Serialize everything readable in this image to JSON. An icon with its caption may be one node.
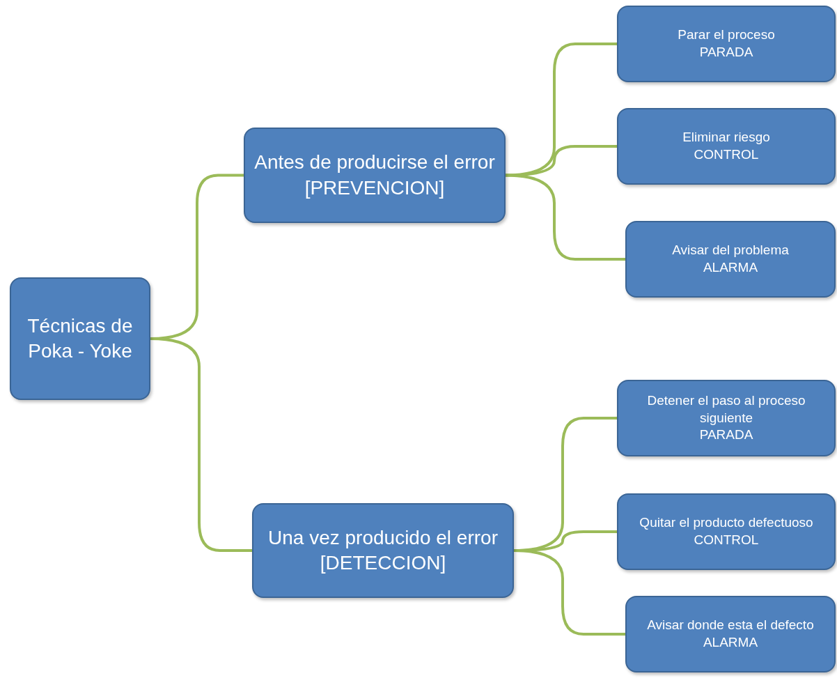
{
  "diagram": {
    "nodes": [
      {
        "text": [
          "Técnicas de Poka - Yoke"
        ]
      },
      {
        "text": [
          "Antes de producirse el error [PREVENCION]"
        ]
      },
      {
        "text": [
          "Parar el proceso",
          "PARADA"
        ]
      },
      {
        "text": [
          "Eliminar riesgo",
          "CONTROL"
        ]
      },
      {
        "text": [
          "Avisar del problema",
          "ALARMA"
        ]
      },
      {
        "text": [
          "Una vez producido el error [DETECCION]"
        ]
      },
      {
        "text": [
          "Detener el paso al proceso siguiente",
          "PARADA"
        ]
      },
      {
        "text": [
          "Quitar el producto defectuoso",
          "CONTROL"
        ]
      },
      {
        "text": [
          "Avisar donde esta el defecto",
          "ALARMA"
        ]
      }
    ],
    "edges": [
      {
        "from": 0,
        "to": 1,
        "arrow": "none"
      },
      {
        "from": 0,
        "to": 5,
        "arrow": "none"
      },
      {
        "from": 1,
        "to": 2,
        "arrow": "none"
      },
      {
        "from": 1,
        "to": 3,
        "arrow": "none"
      },
      {
        "from": 1,
        "to": 4,
        "arrow": "none"
      },
      {
        "from": 5,
        "to": 6,
        "arrow": "none"
      },
      {
        "from": 5,
        "to": 7,
        "arrow": "none"
      },
      {
        "from": 5,
        "to": 8,
        "arrow": "none"
      }
    ]
  }
}
